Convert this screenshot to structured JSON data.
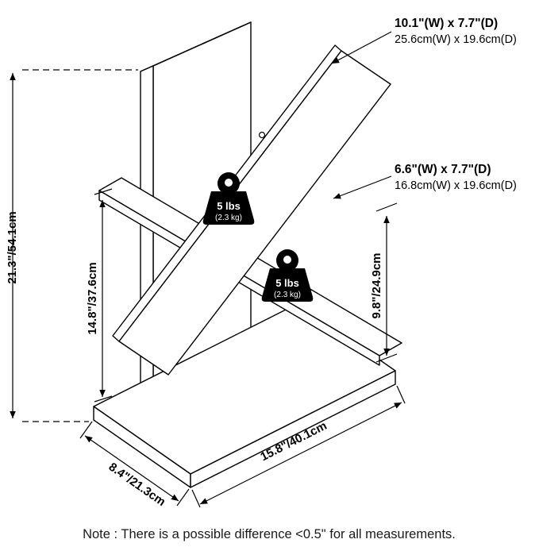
{
  "callouts": {
    "top_shelf": {
      "line1": "10.1\"(W)  x 7.7\"(D)",
      "line2": "25.6cm(W) x 19.6cm(D)"
    },
    "bottom_shelf": {
      "line1": "6.6\"(W)  x 7.7\"(D)",
      "line2": "16.8cm(W) x 19.6cm(D)"
    }
  },
  "dimensions": {
    "overall_height": "21.3\"/54.1cm",
    "shelf_left_height": "14.8\"/37.6cm",
    "shelf_right_height": "9.8\"/24.9cm",
    "base_depth": "8.4\"/21.3cm",
    "base_width": "15.8\"/40.1cm"
  },
  "weight_capacity": {
    "line1": "5 lbs",
    "line2": "(2.3 kg)"
  },
  "note": "Note : There is a possible difference <0.5\" for all measurements.",
  "colors": {
    "line": "#000000",
    "weight_fill": "#000000",
    "weight_text": "#ffffff",
    "background": "#ffffff"
  }
}
